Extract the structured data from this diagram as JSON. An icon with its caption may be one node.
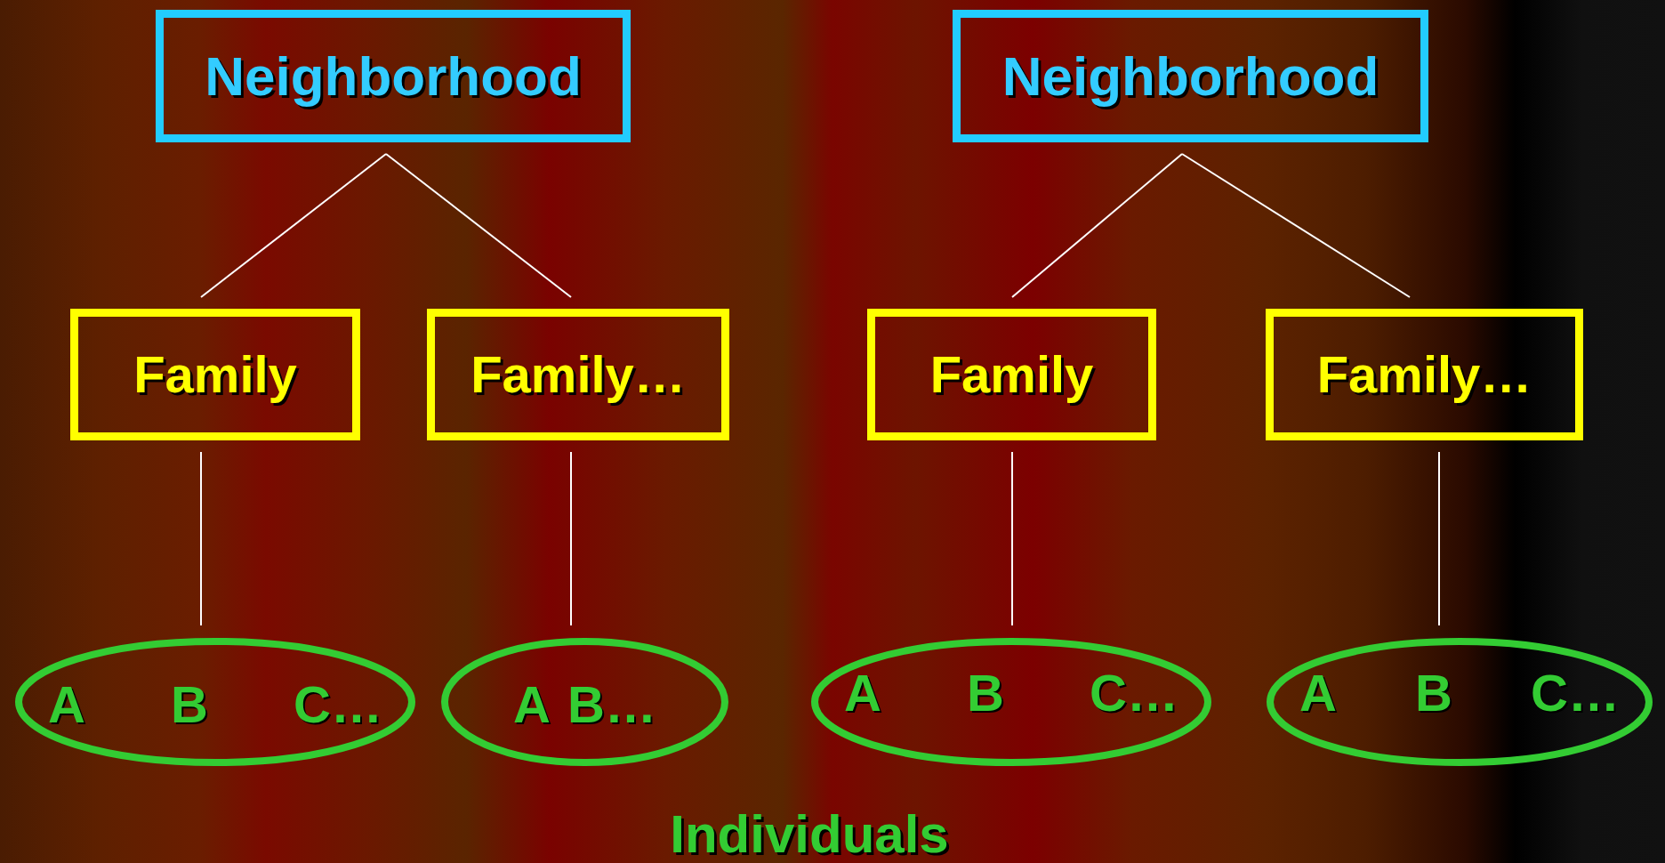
{
  "diagram": {
    "nodes": [
      {
        "text": [
          "Neighborhood"
        ]
      },
      {
        "text": [
          "Neighborhood"
        ]
      },
      {
        "text": [
          "Family"
        ]
      },
      {
        "text": [
          "Family…"
        ]
      },
      {
        "text": [
          "Family"
        ]
      },
      {
        "text": [
          "Family…"
        ]
      },
      {
        "text": [
          "A",
          "B",
          "C…"
        ]
      },
      {
        "text": [
          "A",
          "B…"
        ]
      },
      {
        "text": [
          "A",
          "B",
          "C…"
        ]
      },
      {
        "text": [
          "A",
          "B",
          "C…"
        ]
      }
    ],
    "edges": [
      {
        "from": 0,
        "to": 2,
        "arrow": "none"
      },
      {
        "from": 0,
        "to": 3,
        "arrow": "none"
      },
      {
        "from": 1,
        "to": 4,
        "arrow": "none"
      },
      {
        "from": 1,
        "to": 5,
        "arrow": "none"
      },
      {
        "from": 2,
        "to": 6,
        "arrow": "none"
      },
      {
        "from": 3,
        "to": 7,
        "arrow": "none"
      },
      {
        "from": 4,
        "to": 8,
        "arrow": "none"
      },
      {
        "from": 5,
        "to": 9,
        "arrow": "none"
      }
    ],
    "labels": [
      "Individuals"
    ]
  }
}
